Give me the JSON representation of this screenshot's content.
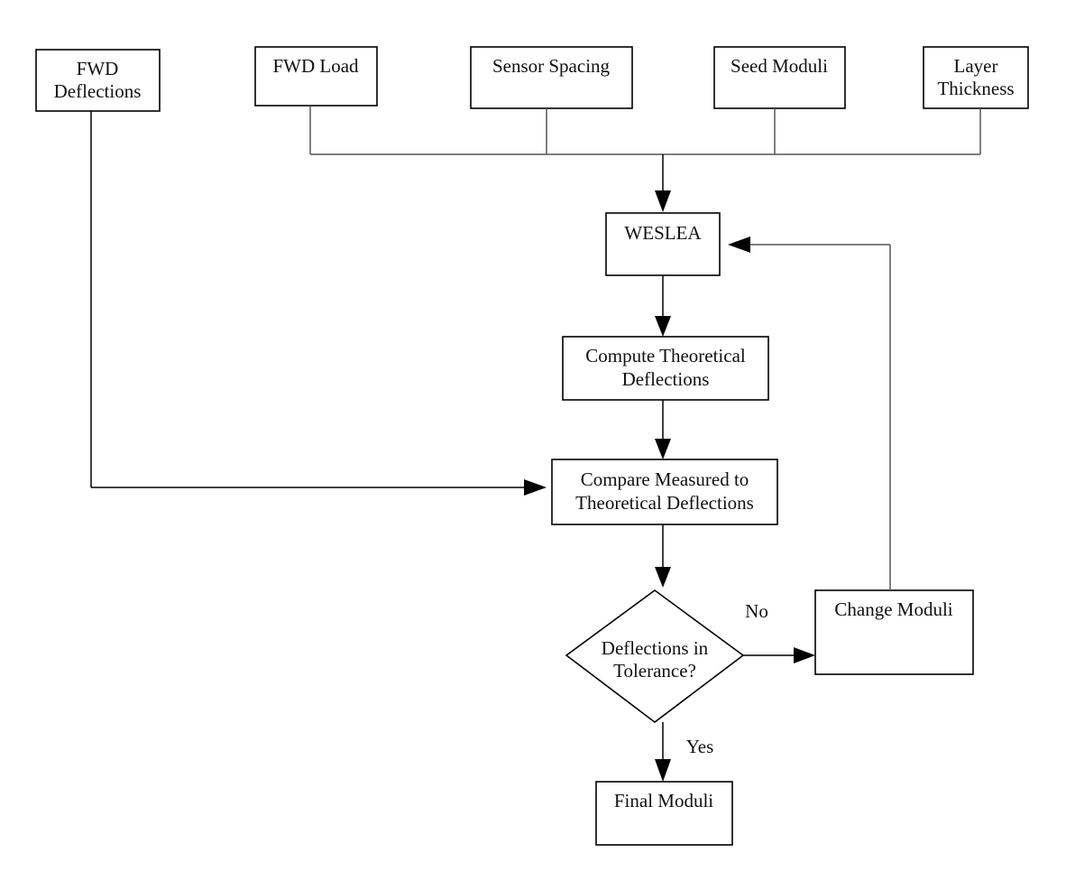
{
  "nodes": {
    "fwd_deflections": [
      "FWD",
      "Deflections"
    ],
    "fwd_load": [
      "FWD Load"
    ],
    "sensor_spacing": [
      "Sensor Spacing"
    ],
    "seed_moduli": [
      "Seed Moduli"
    ],
    "layer_thickness": [
      "Layer",
      "Thickness"
    ],
    "weslea": [
      "WESLEA"
    ],
    "compute": [
      "Compute Theoretical",
      "Deflections"
    ],
    "compare": [
      "Compare Measured to",
      "Theoretical Deflections"
    ],
    "decision": [
      "Deflections in",
      "Tolerance?"
    ],
    "change_moduli": [
      "Change Moduli"
    ],
    "final_moduli": [
      "Final Moduli"
    ]
  },
  "edge_labels": {
    "no": "No",
    "yes": "Yes"
  },
  "colors": {
    "line": "#000000",
    "bus_line": "#555555",
    "background": "#ffffff"
  }
}
